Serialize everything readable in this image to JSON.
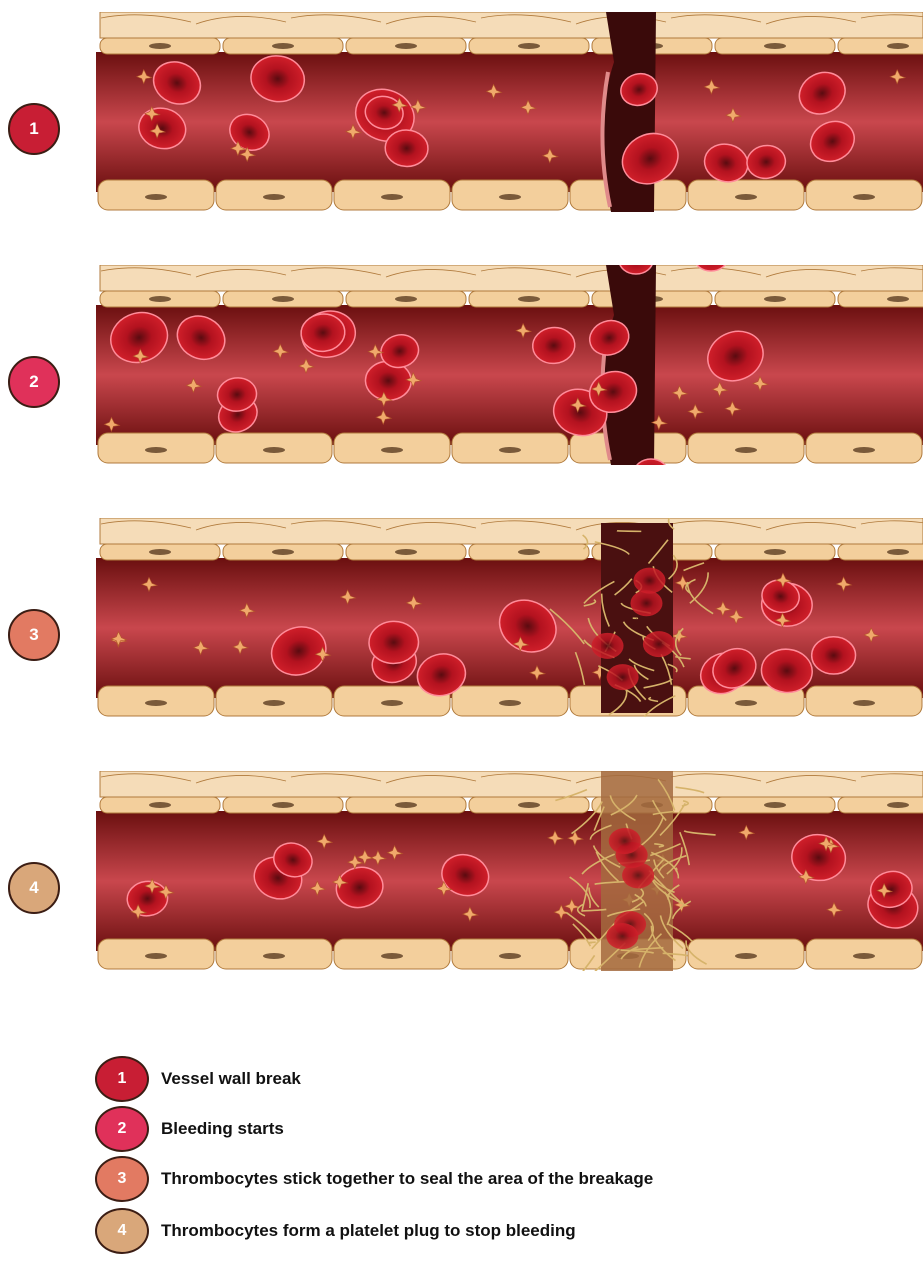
{
  "steps": [
    {
      "number": "1",
      "color": "#c81e34",
      "label": "Vessel wall break"
    },
    {
      "number": "2",
      "color": "#e0315a",
      "label": "Bleeding starts"
    },
    {
      "number": "3",
      "color": "#e27a62",
      "label": "Thrombocytes stick together to seal the area of the breakage"
    },
    {
      "number": "4",
      "color": "#d9a77a",
      "label": "Thrombocytes form a platelet plug to stop bleeding"
    }
  ],
  "colors": {
    "vessel_lumen_dark": "#6a0f0f",
    "vessel_lumen_light": "#c9474d",
    "endothelium": "#f3cf9c",
    "endothelium_top": "#f5dcb8",
    "cell_outline": "#b07a3c",
    "red_blood_cell": "#d01f2a",
    "fibrin": "#d6b36a",
    "wound": "#3a0a0a"
  }
}
